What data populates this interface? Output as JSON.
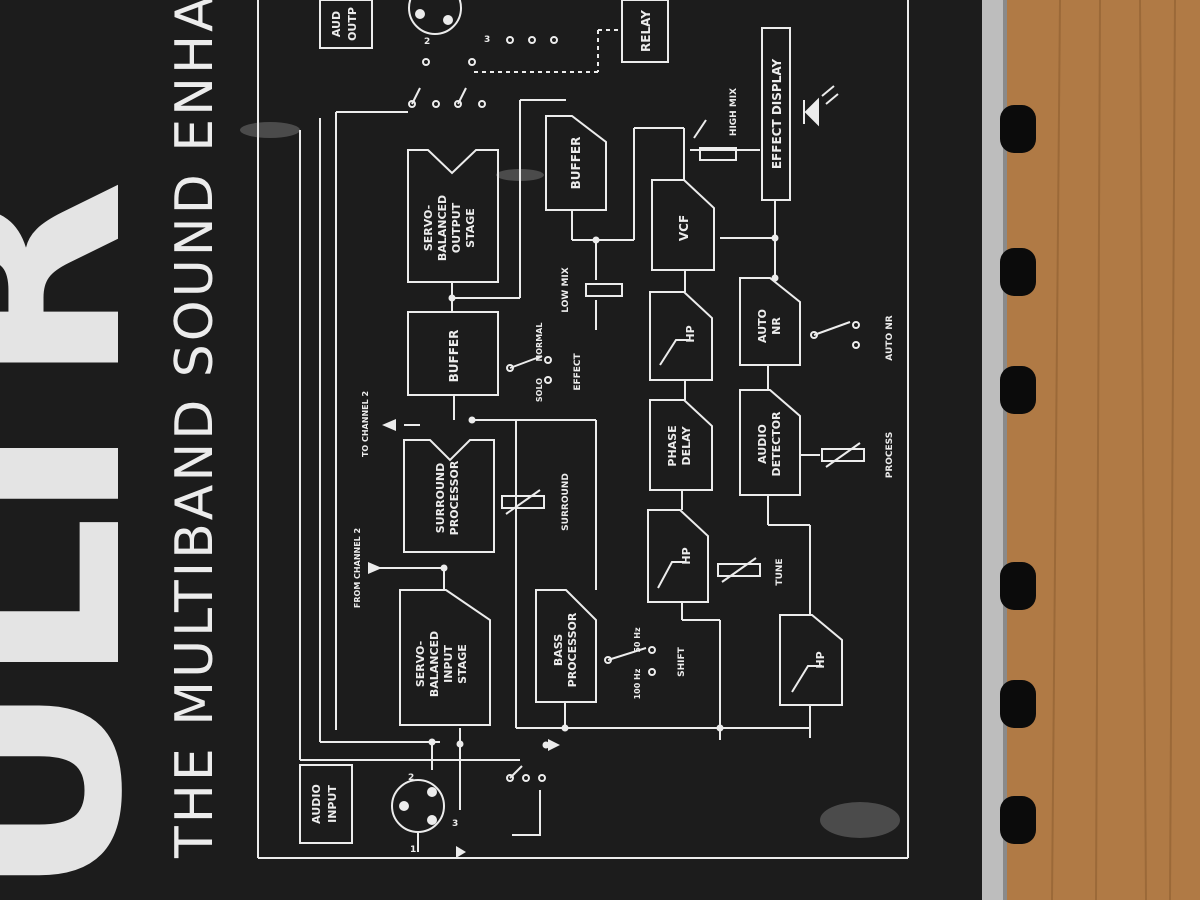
{
  "brand": {
    "logo_partial": "ULTR",
    "tagline": "THE MULTIBAND SOUND ENHA"
  },
  "colors": {
    "panel": "#1c1c1c",
    "print": "#ececec",
    "wood": "#b07a45",
    "rail": "#bdbdbd",
    "knob": "#0b0b0b"
  },
  "labels": {
    "audio_input": [
      "AUDIO",
      "INPUT"
    ],
    "audio_output": [
      "AUD",
      "OUTP"
    ],
    "relay": "RELAY",
    "effect_display": "EFFECT DISPLAY",
    "high_mix": "HIGH MIX",
    "low_mix": "LOW MIX",
    "buffer_top": "BUFFER",
    "buffer_mid": "BUFFER",
    "vcf": "VCF",
    "servo_output": [
      "SERVO-",
      "BALANCED",
      "OUTPUT",
      "STAGE"
    ],
    "servo_input": [
      "SERVO-",
      "BALANCED",
      "INPUT",
      "STAGE"
    ],
    "surround_proc": [
      "SURROUND",
      "PROCESSOR"
    ],
    "surround": "SURROUND",
    "bass_proc": [
      "BASS",
      "PROCESSOR"
    ],
    "auto_nr": [
      "AUTO",
      "NR"
    ],
    "auto_nr_sw": "AUTO NR",
    "hp_a": "HP",
    "hp_b": "HP",
    "hp_c": "HP",
    "phase_delay": [
      "PHASE",
      "DELAY"
    ],
    "audio_detector": [
      "AUDIO",
      "DETECTOR"
    ],
    "process": "PROCESS",
    "tune": "TUNE",
    "shift": "SHIFT",
    "hz_50": "50 Hz",
    "hz_100": "100 Hz",
    "normal": "NORMAL",
    "solo": "SOLO",
    "effect": "EFFECT",
    "to_channel_2": "TO CHANNEL 2",
    "from_channel_2": "FROM CHANNEL 2",
    "pin_1": "1",
    "pin_2": "2",
    "pin_3": "3",
    "pin_out_2": "2",
    "pin_out_3": "3"
  },
  "knobs": [
    "knob",
    "knob",
    "knob",
    "knob",
    "knob",
    "knob"
  ]
}
